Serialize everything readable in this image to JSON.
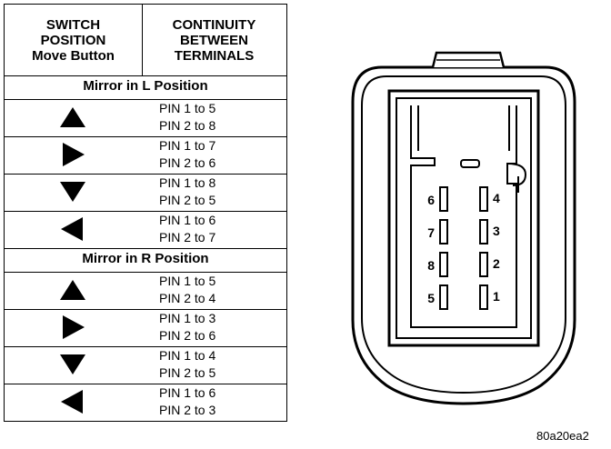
{
  "table": {
    "header": {
      "col1": [
        "SWITCH",
        "POSITION",
        "Move Button"
      ],
      "col2": [
        "CONTINUITY",
        "BETWEEN",
        "TERMINALS"
      ]
    },
    "sections": [
      {
        "title": "Mirror in L Position",
        "rows": [
          {
            "direction": "up-arrow-icon",
            "pins": [
              "PIN 1 to 5",
              "PIN 2 to 8"
            ]
          },
          {
            "direction": "right-arrow-icon",
            "pins": [
              "PIN 1 to 7",
              "PIN 2 to 6"
            ]
          },
          {
            "direction": "down-arrow-icon",
            "pins": [
              "PIN 1 to 8",
              "PIN 2 to 5"
            ]
          },
          {
            "direction": "left-arrow-icon",
            "pins": [
              "PIN 1 to 6",
              "PIN 2 to 7"
            ]
          }
        ]
      },
      {
        "title": "Mirror in R Position",
        "rows": [
          {
            "direction": "up-arrow-icon",
            "pins": [
              "PIN 1 to 5",
              "PIN 2 to 4"
            ]
          },
          {
            "direction": "right-arrow-icon",
            "pins": [
              "PIN 1 to 3",
              "PIN 2 to 6"
            ]
          },
          {
            "direction": "down-arrow-icon",
            "pins": [
              "PIN 1 to 4",
              "PIN 2 to 5"
            ]
          },
          {
            "direction": "left-arrow-icon",
            "pins": [
              "PIN 1 to 6",
              "PIN 2 to 3"
            ]
          }
        ]
      }
    ]
  },
  "connector": {
    "pins_left": [
      "6",
      "7",
      "8",
      "5"
    ],
    "pins_right": [
      "4",
      "3",
      "2",
      "1"
    ]
  },
  "figure_id": "80a20ea2"
}
